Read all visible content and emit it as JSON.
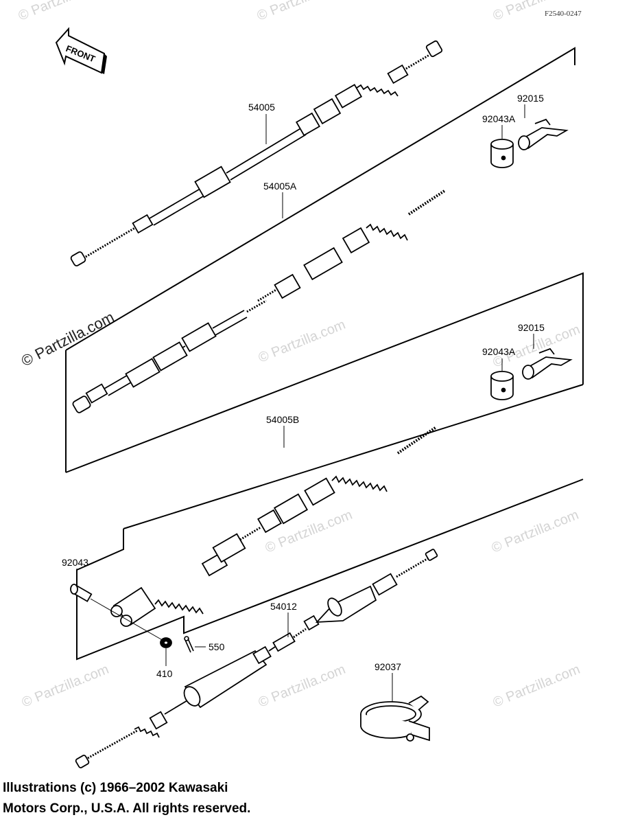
{
  "diagram_code": "F2540-0247",
  "front_label": "FRONT",
  "watermark_main": "© Partzilla.com",
  "watermarks": [
    "© Partzilla.com",
    "© Partzilla.com",
    "© Partzilla.com",
    "© Partzilla.com",
    "© Partzilla.com",
    "© Partzilla.com",
    "© Partzilla.com",
    "© Partzilla.com",
    "© Partzilla.com",
    "© Partzilla.com"
  ],
  "parts": [
    {
      "id": "p1",
      "label": "54005"
    },
    {
      "id": "p2",
      "label": "92015"
    },
    {
      "id": "p3",
      "label": "92043A"
    },
    {
      "id": "p4",
      "label": "54005A"
    },
    {
      "id": "p5",
      "label": "92015"
    },
    {
      "id": "p6",
      "label": "92043A"
    },
    {
      "id": "p7",
      "label": "54005B"
    },
    {
      "id": "p8",
      "label": "92043"
    },
    {
      "id": "p9",
      "label": "54012"
    },
    {
      "id": "p10",
      "label": "550"
    },
    {
      "id": "p11",
      "label": "410"
    },
    {
      "id": "p12",
      "label": "92037"
    }
  ],
  "copyright": {
    "line1": "Illustrations (c) 1966–2002 Kawasaki",
    "line2": "Motors Corp., U.S.A.  All rights reserved."
  }
}
